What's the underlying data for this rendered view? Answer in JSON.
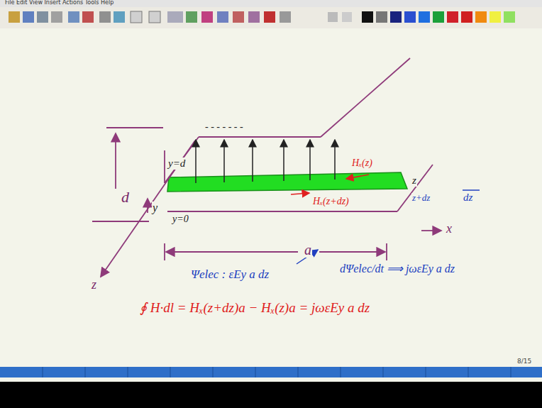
{
  "diagram": {
    "labels": [
      "File Edit View Insert Actions Tools Help",
      "y=d",
      "d",
      "y",
      "- - - - - - -",
      "Hₓ(z)",
      "Hₓ(z+dz)",
      "y=0",
      "z",
      "z+dz",
      "dz",
      "x",
      "a",
      "z",
      "Ψelec : εEy a dz",
      "dΨelec/dt ⟹ jωεEy a dz",
      "∮ H·dl = Hₓ(z+dz)a − Hₓ(z)a = jωεEy a dz",
      "8/15"
    ]
  }
}
